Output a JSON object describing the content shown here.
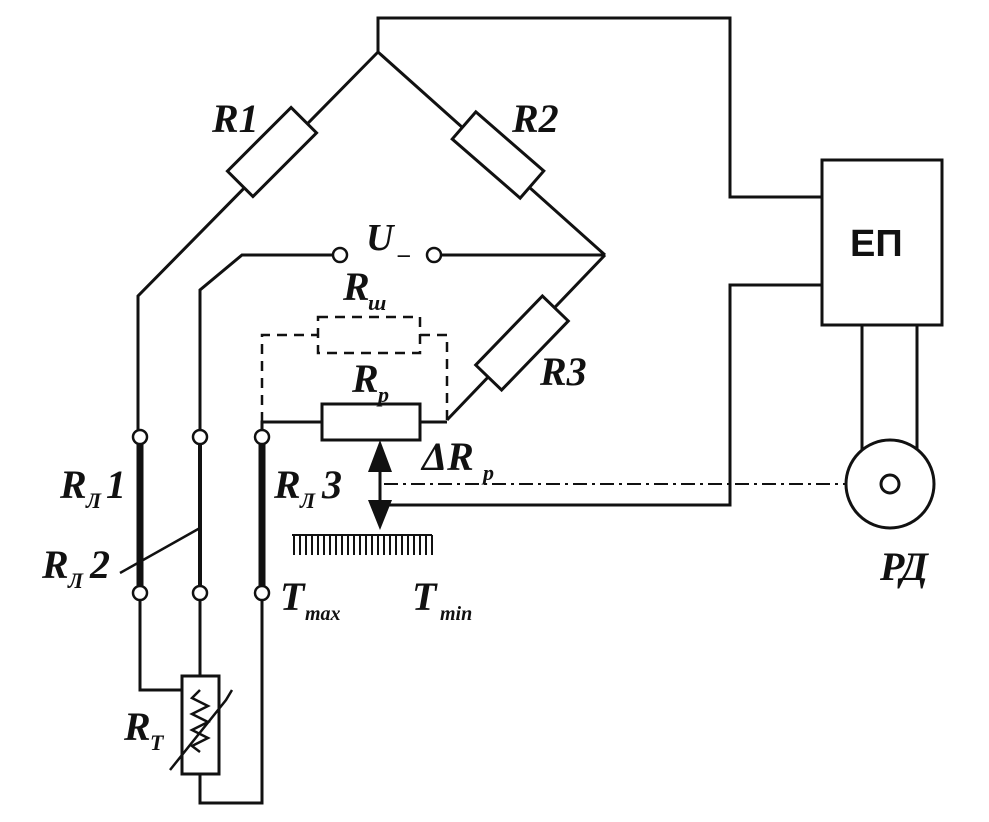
{
  "labels": {
    "r1": "R1",
    "r2": "R2",
    "r3": "R3",
    "u": "U",
    "u_sub": "–",
    "r_sh": "R",
    "r_sh_sub": "ш",
    "r_p": "R",
    "r_p_sub": "p",
    "delta_r_p": "ΔR",
    "delta_r_p_sub": "p",
    "rl1": "R",
    "rl1_sub": "Л",
    "rl1_num": "1",
    "rl2": "R",
    "rl2_sub": "Л",
    "rl2_num": "2",
    "rl3": "R",
    "rl3_sub": "Л",
    "rl3_num": "3",
    "t_max": "T",
    "t_max_sub": "max",
    "t_min": "T",
    "t_min_sub": "min",
    "r_t": "R",
    "r_t_sub": "T",
    "ep": "ЕП",
    "rd": "РД"
  }
}
